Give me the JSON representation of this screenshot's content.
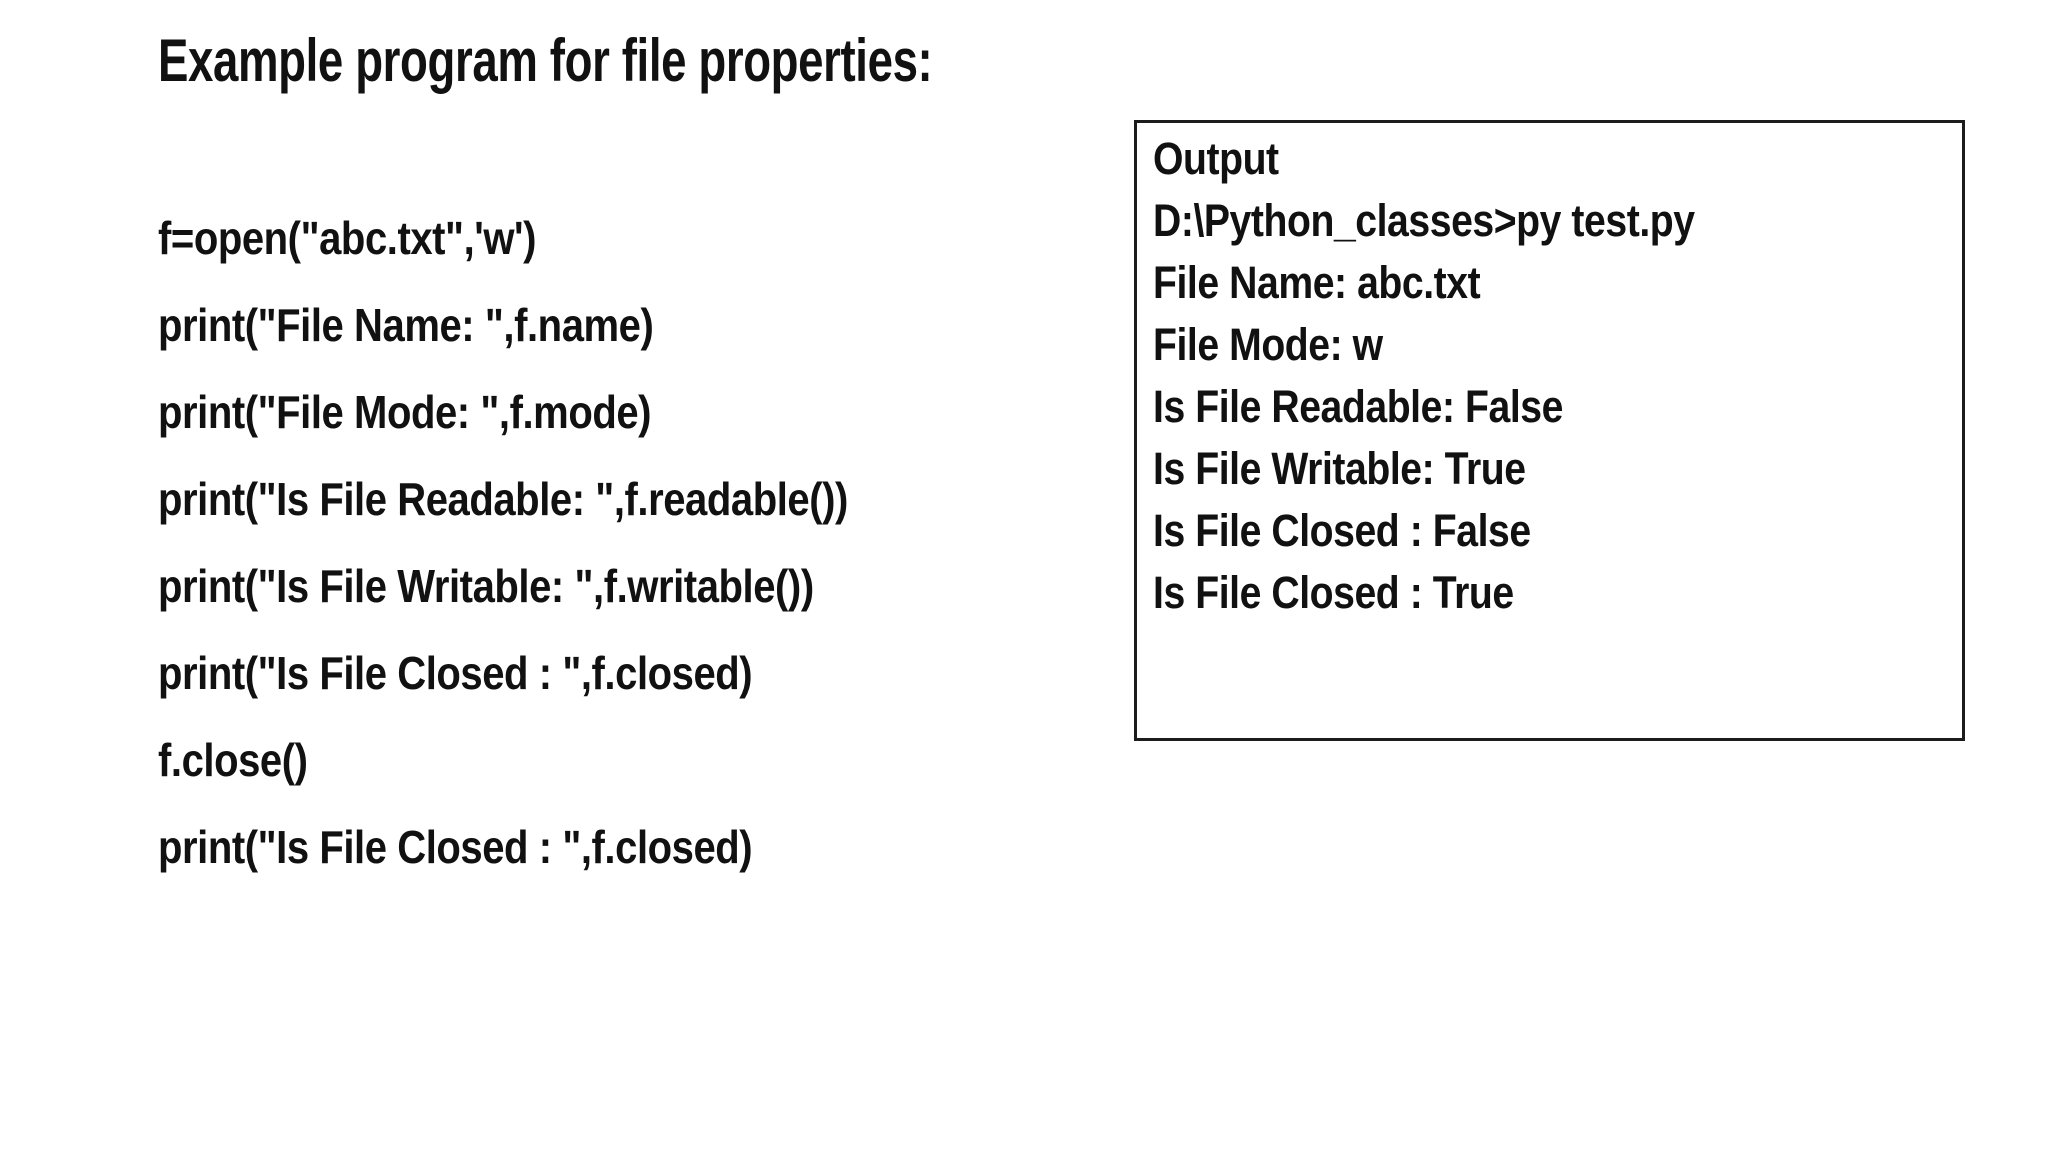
{
  "slide": {
    "title": "Example program for file properties:",
    "code": {
      "lines": [
        "f=open(\"abc.txt\",'w')",
        "print(\"File Name: \",f.name)",
        "print(\"File Mode: \",f.mode)",
        "print(\"Is File Readable: \",f.readable())",
        "print(\"Is File Writable: \",f.writable())",
        "print(\"Is File Closed : \",f.closed)",
        "f.close()",
        "print(\"Is File Closed : \",f.closed)"
      ]
    },
    "output_box": {
      "heading": "Output",
      "lines": [
        "D:\\Python_classes>py test.py",
        "File Name: abc.txt",
        "File Mode: w",
        "Is File Readable: False",
        "Is File Writable: True",
        "Is File Closed : False",
        "Is File Closed : True"
      ]
    },
    "colors": {
      "background": "#ffffff",
      "text": "#111111",
      "box_border": "#1c1c1c"
    }
  }
}
